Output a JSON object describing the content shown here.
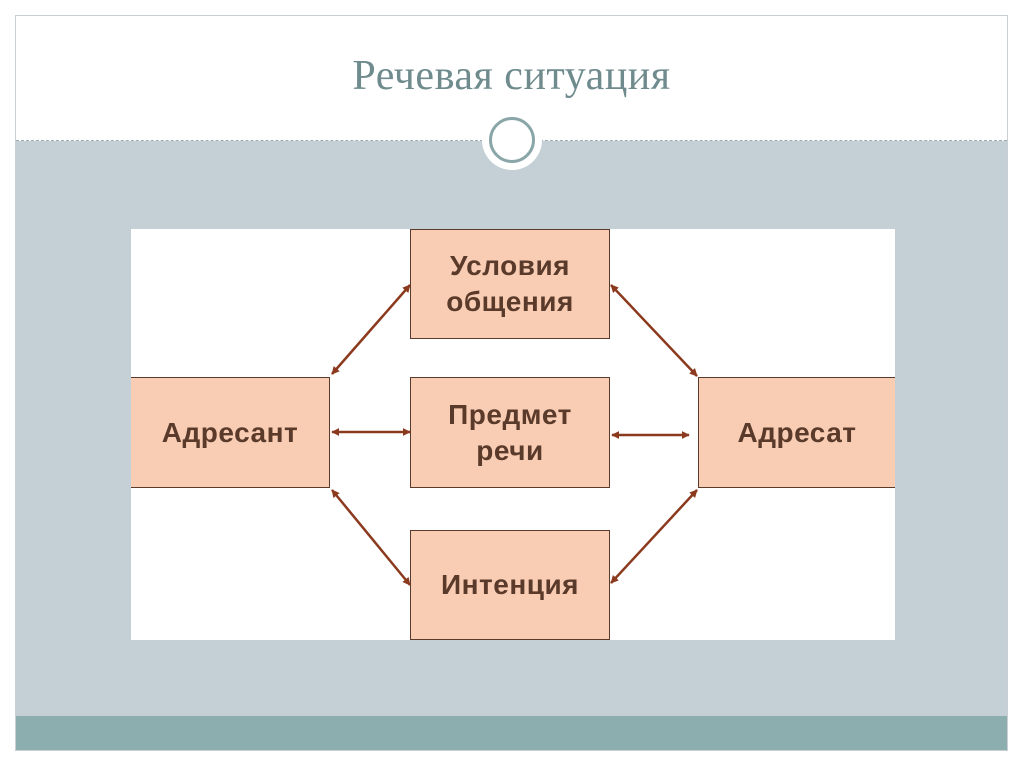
{
  "slide": {
    "title": "Речевая ситуация"
  },
  "diagram": {
    "nodes": {
      "conditions": "Условия\nобщения",
      "subject": "Предмет\nречи",
      "intention": "Интенция",
      "addresser": "Адресант",
      "addressee": "Адресат"
    },
    "links": [
      {
        "from": "addresser",
        "to": "conditions",
        "type": "bidirectional"
      },
      {
        "from": "addresser",
        "to": "subject",
        "type": "bidirectional"
      },
      {
        "from": "addresser",
        "to": "intention",
        "type": "bidirectional"
      },
      {
        "from": "conditions",
        "to": "addressee",
        "type": "bidirectional"
      },
      {
        "from": "subject",
        "to": "addressee",
        "type": "bidirectional"
      },
      {
        "from": "intention",
        "to": "addressee",
        "type": "bidirectional"
      }
    ]
  },
  "colors": {
    "title": "#6f8b8d",
    "node_fill": "#f9cdb3",
    "node_text": "#5a3a2a",
    "arrow": "#8b3a1e",
    "panel": "#c4d0d6",
    "footer": "#8daeae"
  }
}
